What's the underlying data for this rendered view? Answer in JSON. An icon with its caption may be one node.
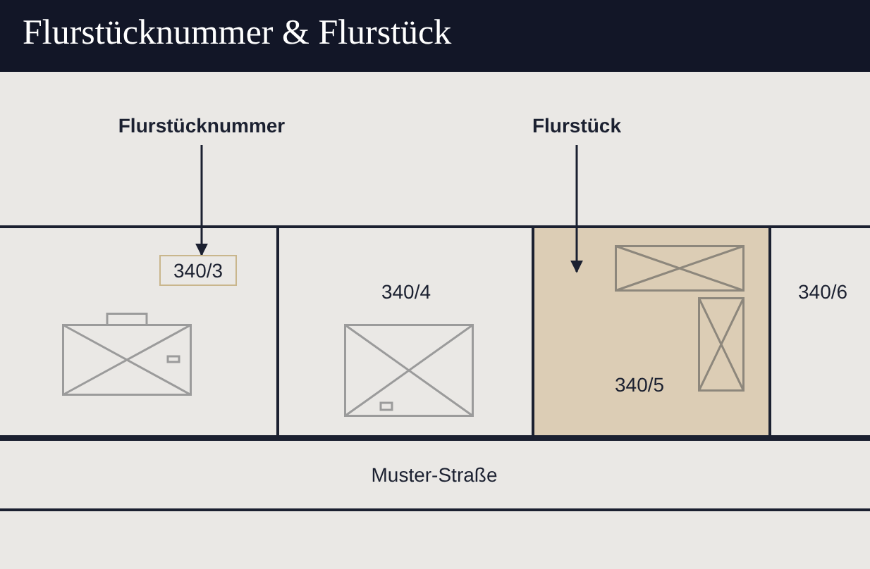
{
  "diagram": {
    "title": "Flurstücknummer & Flurstück",
    "nodes": [
      {
        "text": [
          "Flurstücknummer"
        ]
      },
      {
        "text": [
          "Flurstück"
        ]
      },
      {
        "text": [],
        "shape": "box"
      },
      {
        "text": [
          "340/3"
        ],
        "in": 2
      },
      {
        "text": [
          "340/4"
        ]
      },
      {
        "text": [
          "340/5"
        ]
      },
      {
        "text": [
          "340/6"
        ]
      },
      {
        "text": [
          "Muster-Straße"
        ]
      }
    ],
    "edges": [
      {
        "from": 0,
        "to": 3,
        "arrow": "to"
      },
      {
        "from": 1,
        "to": 5,
        "arrow": "to"
      }
    ]
  }
}
